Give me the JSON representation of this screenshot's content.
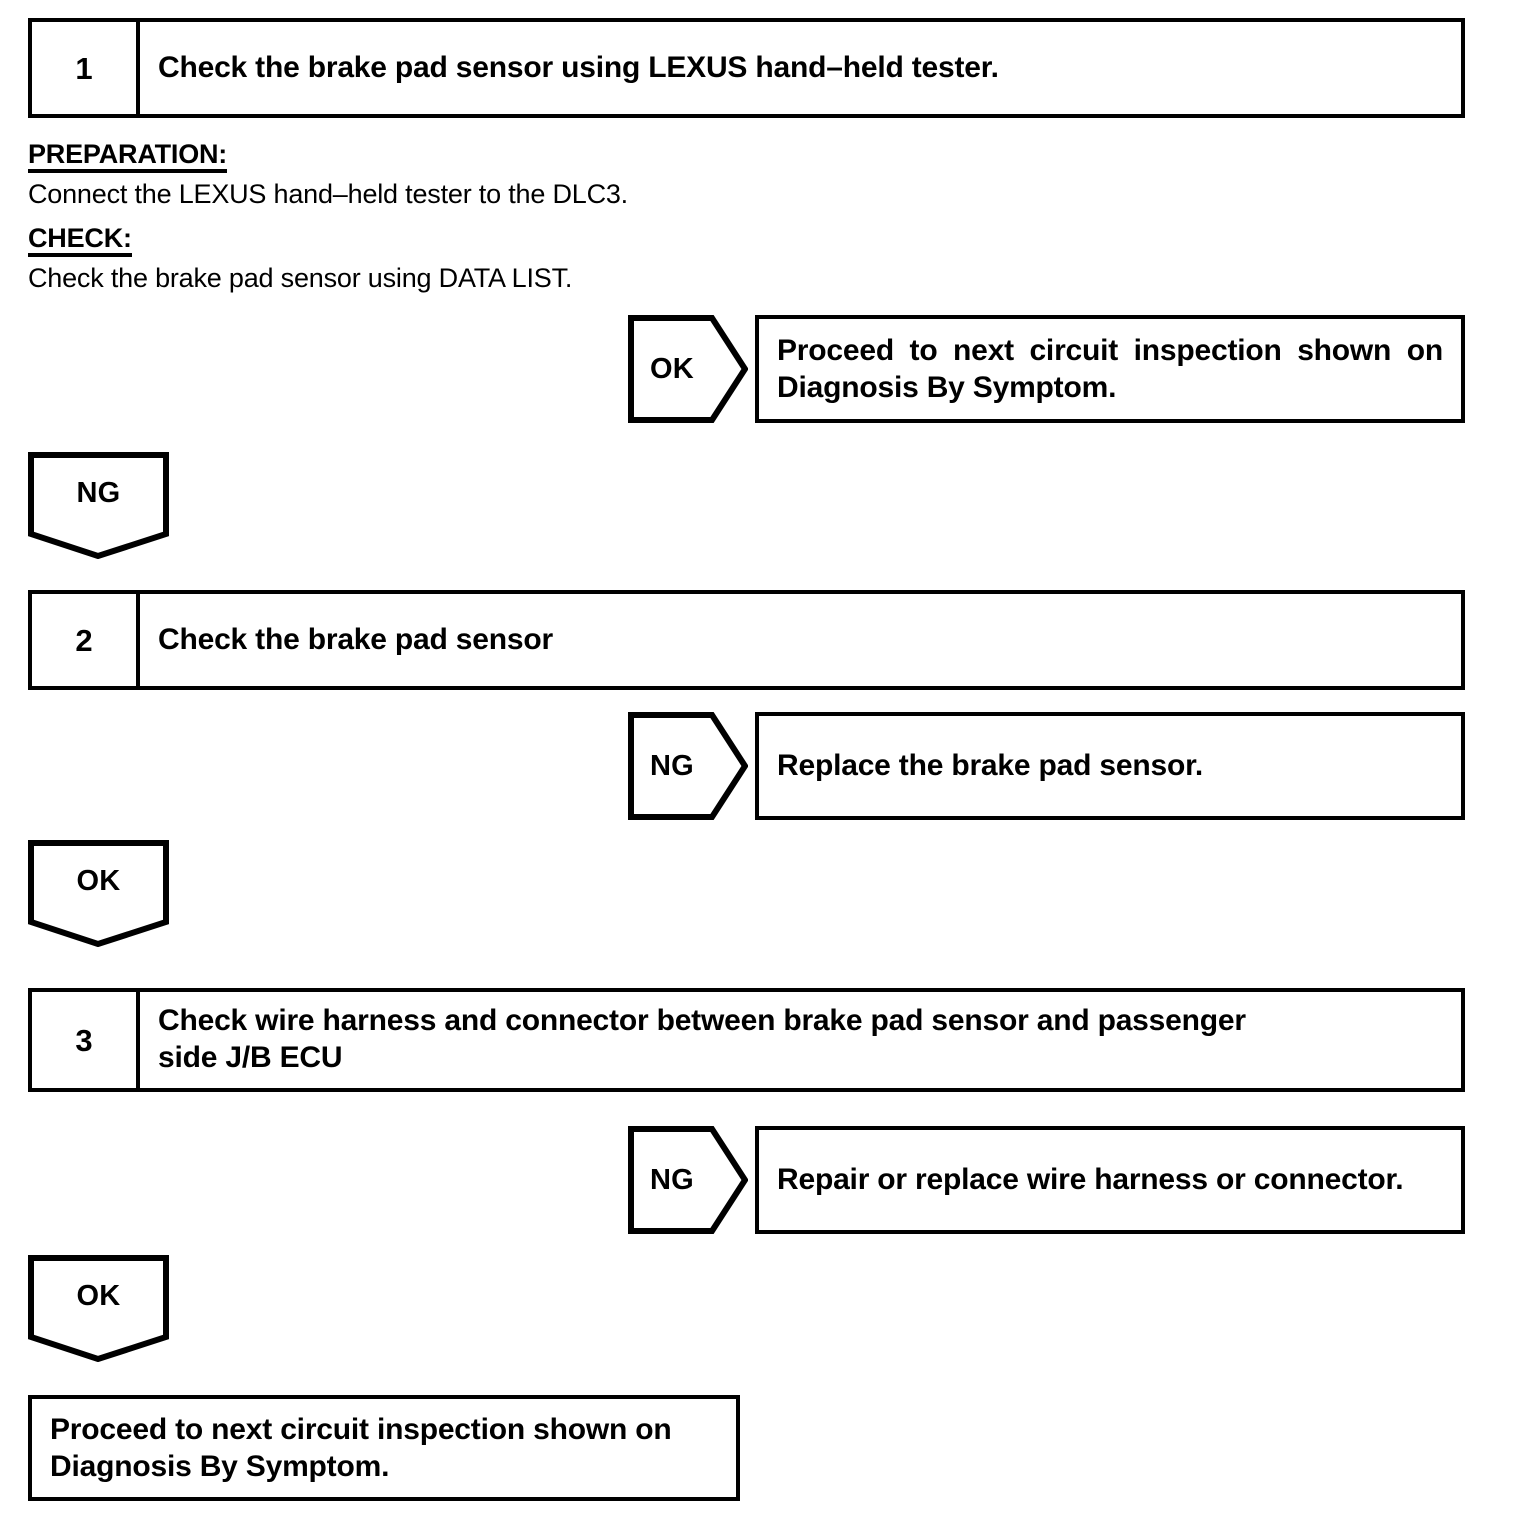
{
  "document": {
    "type": "circuit-inspection-flowchart",
    "title": "Brake Pad Sensor Circuit Inspection"
  },
  "steps": [
    {
      "number": "1",
      "text": "Check the brake pad sensor using LEXUS hand–held tester."
    },
    {
      "number": "2",
      "text": "Check the brake pad sensor"
    },
    {
      "number": "3",
      "line1": "Check wire harness and connector between brake pad sensor and passenger",
      "line2": "side J/B ECU"
    }
  ],
  "prose": {
    "preparation_heading": "PREPARATION:",
    "preparation_body": "Connect the LEXUS hand–held tester to the DLC3.",
    "check_heading": "CHECK:",
    "check_body": "Check the brake pad sensor using DATA LIST."
  },
  "branches": {
    "step1_ok": "OK",
    "step1_ng": "NG",
    "step2_ng": "NG",
    "step2_ok": "OK",
    "step3_ng": "NG",
    "step3_ok": "OK"
  },
  "results": {
    "step1_ok_line1": "Proceed to next circuit inspection shown on",
    "step1_ok_line2": "Diagnosis By Symptom.",
    "step2_ng": "Replace the brake pad sensor.",
    "step3_ng": "Repair or replace wire harness or connector.",
    "final_line1": "Proceed to next circuit inspection shown on",
    "final_line2": "Diagnosis By Symptom."
  },
  "colors": {
    "ink": "#000000",
    "paper": "#ffffff"
  }
}
